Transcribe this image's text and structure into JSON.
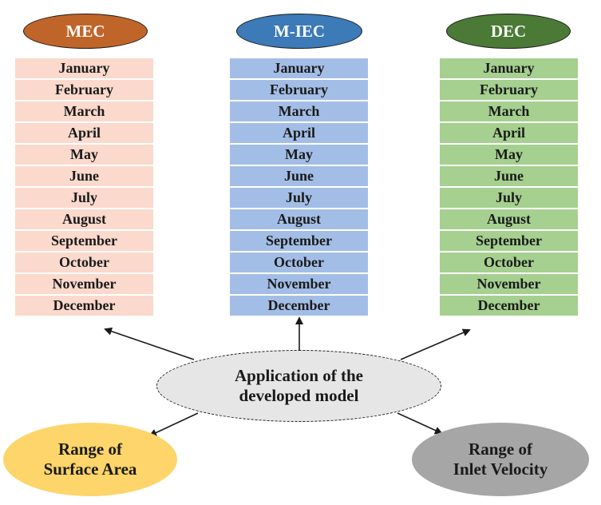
{
  "columns": [
    {
      "name": "MEC",
      "header_color": "#c0652a",
      "cell_color": "#fbd9cc",
      "months": [
        "January",
        "February",
        "March",
        "April",
        "May",
        "June",
        "July",
        "August",
        "September",
        "October",
        "November",
        "December"
      ]
    },
    {
      "name": "M-IEC",
      "header_color": "#3c7ab8",
      "cell_color": "#a3bee6",
      "months": [
        "January",
        "February",
        "March",
        "April",
        "May",
        "June",
        "July",
        "August",
        "September",
        "October",
        "November",
        "December"
      ]
    },
    {
      "name": "DEC",
      "header_color": "#4a7a35",
      "cell_color": "#a5d08f",
      "months": [
        "January",
        "February",
        "March",
        "April",
        "May",
        "June",
        "July",
        "August",
        "September",
        "October",
        "November",
        "December"
      ]
    }
  ],
  "center": {
    "line1": "Application of the",
    "line2": "developed model",
    "color": "#e6e6e6"
  },
  "left_node": {
    "line1": "Range of",
    "line2": "Surface Area",
    "color": "#fdd56a"
  },
  "right_node": {
    "line1": "Range of",
    "line2": "Inlet Velocity",
    "color": "#a6a6a6"
  }
}
